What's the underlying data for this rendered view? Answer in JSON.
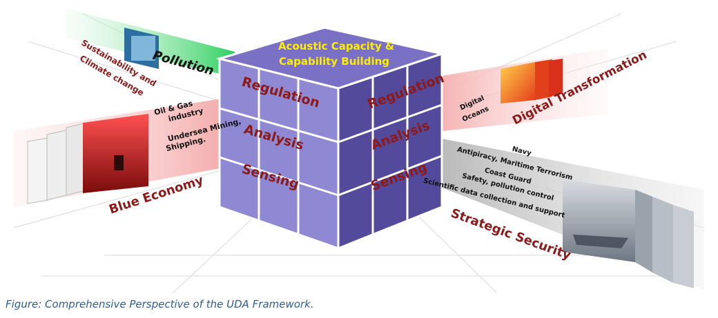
{
  "cube": {
    "top_line1": "Acoustic Capacity &",
    "top_line2": "Capability Building",
    "left_face": [
      "Regulation",
      "Analysis",
      "Sensing"
    ],
    "right_face": [
      "Regulation",
      "Analysis",
      "Sensing"
    ]
  },
  "arms": {
    "pollution": {
      "title": "Pollution",
      "sub1": "Sustainability and",
      "sub2": "Climate change"
    },
    "blue_economy": {
      "title": "Blue Economy",
      "item1_line1": "Oil & Gas",
      "item1_line2": "industry",
      "item2_line1": "Undersea Mining,",
      "item2_line2": "Shipping."
    },
    "digital": {
      "title": "Digital Transformation",
      "sub1": "Digital",
      "sub2": "Oceans"
    },
    "security": {
      "title": "Strategic Security",
      "lines": [
        "Navy",
        "Antipiracy, Maritime Terrorism",
        "Coast Guard",
        "Safety, pollution control",
        "Scientific data collection and support"
      ]
    }
  },
  "caption": "Figure: Comprehensive Perspective of the UDA Framework.",
  "colors": {
    "cube_top": "#7a70c4",
    "cube_left": "#8d86cf",
    "cube_right": "#4f4699",
    "title_red": "#8b1a1a",
    "top_text": "#ffee00",
    "green_beam": "#3fd46a",
    "pink_beam": "#f2b9b9",
    "grey_beam": "#c9c9c9"
  }
}
